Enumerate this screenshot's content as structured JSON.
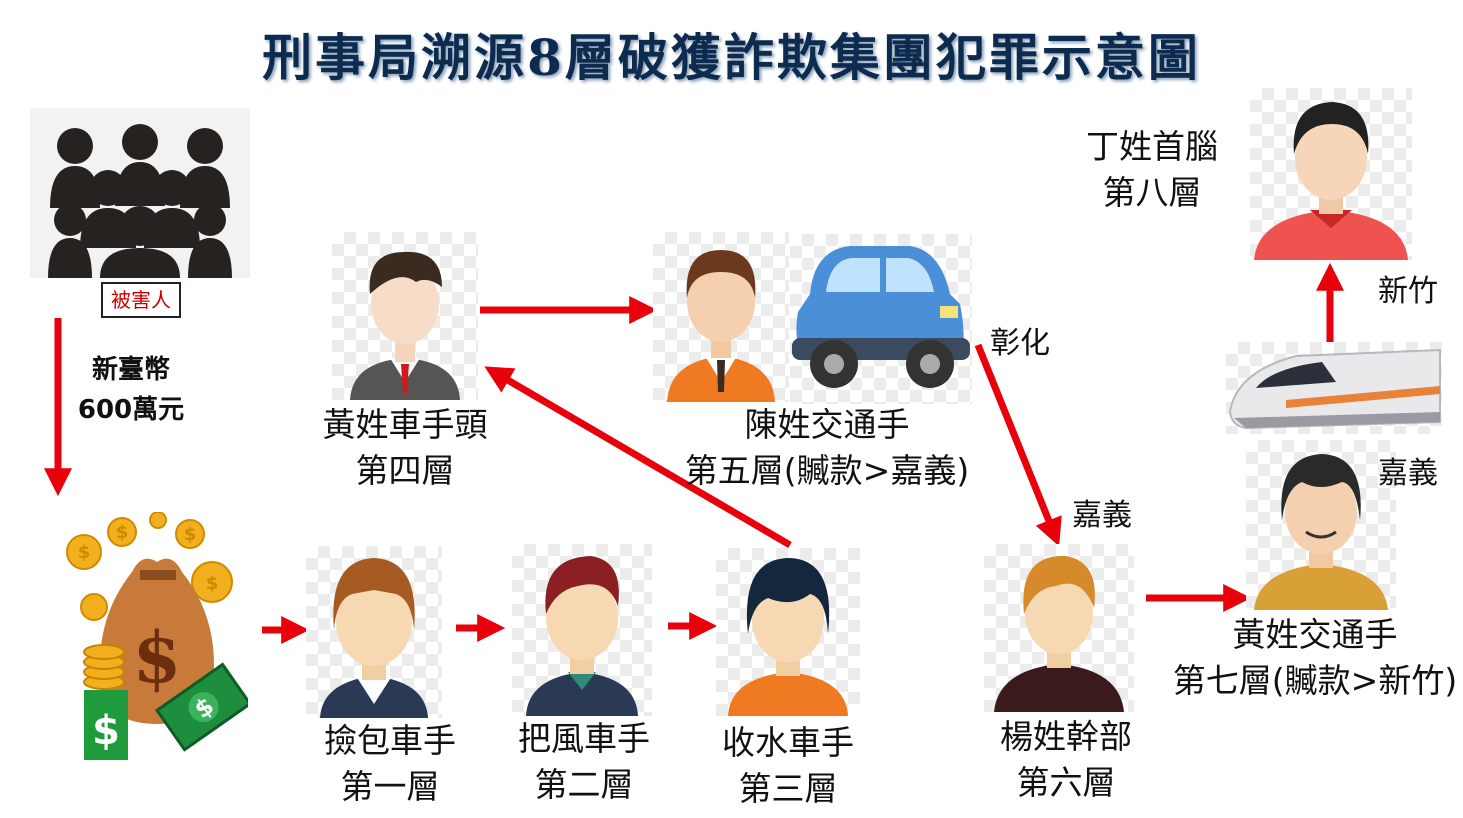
{
  "title": "刑事局溯源8層破獲詐欺集團犯罪示意圖",
  "victim": {
    "tag": "被害人"
  },
  "amount": {
    "line1": "新臺幣",
    "line2": "600萬元"
  },
  "nodes": {
    "layer1": {
      "name": "撿包車手",
      "level": "第一層"
    },
    "layer2": {
      "name": "把風車手",
      "level": "第二層"
    },
    "layer3": {
      "name": "收水車手",
      "level": "第三層"
    },
    "layer4": {
      "name": "黃姓車手頭",
      "level": "第四層"
    },
    "layer5": {
      "name": "陳姓交通手",
      "level": "第五層(贓款>嘉義)"
    },
    "layer6": {
      "name": "楊姓幹部",
      "level": "第六層"
    },
    "layer7": {
      "name": "黃姓交通手",
      "level": "第七層(贓款>新竹)"
    },
    "layer8": {
      "name": "丁姓首腦",
      "level": "第八層"
    }
  },
  "places": {
    "changhua": "彰化",
    "chiayi_a": "嘉義",
    "chiayi_b": "嘉義",
    "hsinchu": "新竹"
  },
  "colors": {
    "arrow": "#e8000b",
    "title": "#0d2a4f"
  }
}
